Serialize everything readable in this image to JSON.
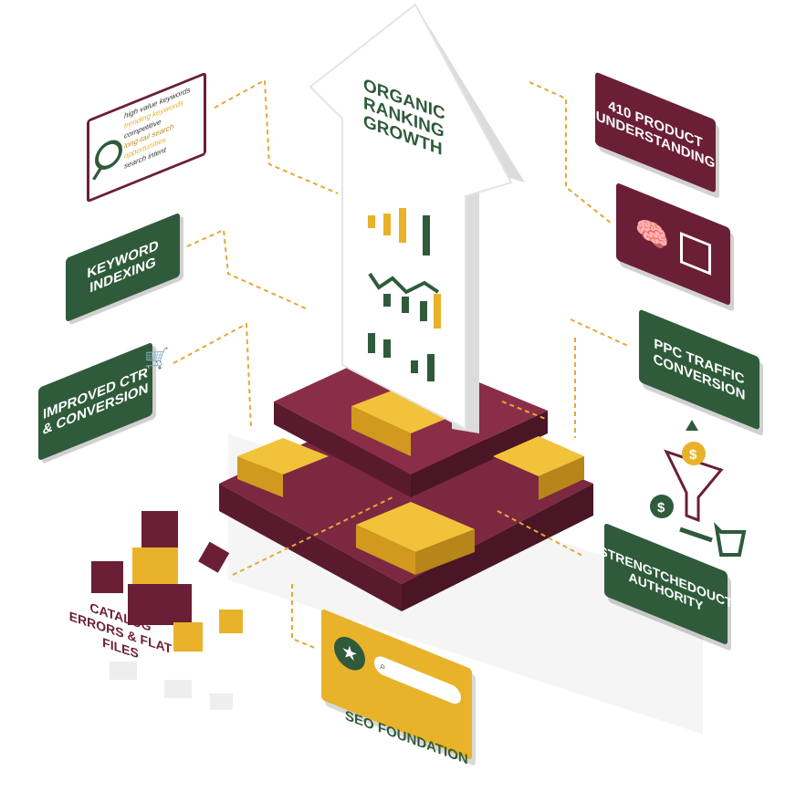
{
  "colors": {
    "maroon": "#6b1f36",
    "green": "#2f5b3b",
    "gold": "#e8b22a",
    "white": "#ffffff"
  },
  "arrow": {
    "title_lines": [
      "ORGANIC",
      "RANKING",
      "GROWTH"
    ]
  },
  "keyword_card": {
    "icon": "magnifier-icon",
    "lines": [
      "high value keywords",
      "trending keywords",
      "competitive",
      "long-tail search",
      "opportunities",
      "search intent"
    ]
  },
  "panels": {
    "keyword_indexing": "KEYWORD INDEXING",
    "improved_ctr": "IMPROVED CTR & CONVERSION",
    "product_understanding": "410 PRODUCT UNDERSTANDING",
    "ppc_traffic": "PPC TRAFFIC CONVERSION",
    "authority": "STRENGTCHEDOUCT AUTHORITY",
    "catalog_errors": "CATALOG ERRORS & FLAT FILES",
    "seo_foundation": "SEO FOUNDATION"
  },
  "icons": [
    "brain-icon",
    "box-icon",
    "cart-icon",
    "funnel-icon",
    "dollar-icon",
    "star-badge-icon",
    "search-bar-icon"
  ]
}
